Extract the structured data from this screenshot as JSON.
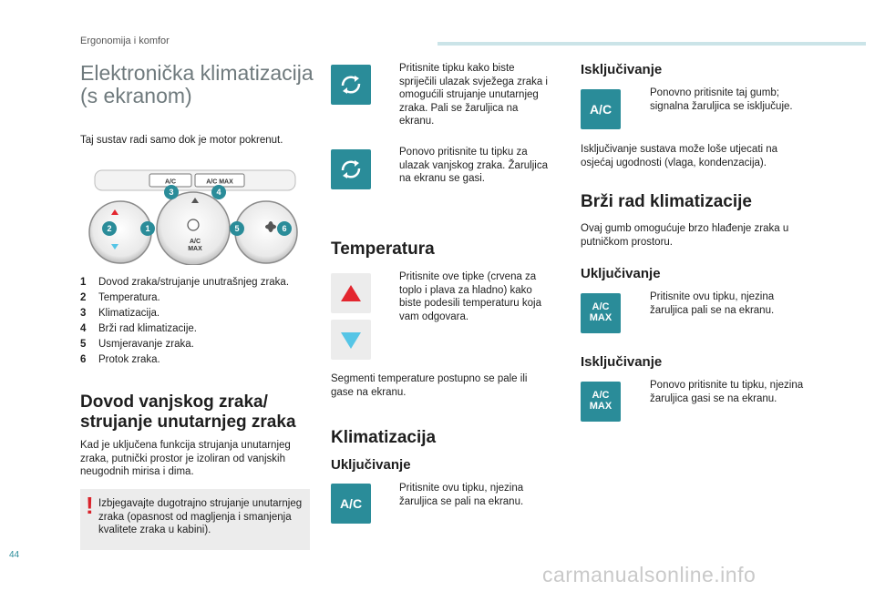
{
  "header": {
    "section": "Ergonomija i komfor",
    "page_number": "44"
  },
  "watermark": "carmanualsonline.info",
  "col1": {
    "title_line1": "Elektronička klimatizacija",
    "title_line2": "(s ekranom)",
    "intro": "Taj sustav radi samo dok je motor pokrenut.",
    "panel": {
      "btn_ac": "A/C",
      "btn_acmax": "A/C MAX",
      "dial_ac": "A/C",
      "dial_max": "MAX",
      "callouts": [
        "1",
        "2",
        "3",
        "4",
        "5",
        "6"
      ]
    },
    "legend": [
      {
        "num": "1",
        "text": "Dovod zraka/strujanje unutrašnjeg zraka."
      },
      {
        "num": "2",
        "text": "Temperatura."
      },
      {
        "num": "3",
        "text": "Klimatizacija."
      },
      {
        "num": "4",
        "text": "Brži rad klimatizacije."
      },
      {
        "num": "5",
        "text": "Usmjeravanje zraka."
      },
      {
        "num": "6",
        "text": "Protok zraka."
      }
    ],
    "recirc_heading_line1": "Dovod vanjskog zraka/",
    "recirc_heading_line2": "strujanje unutarnjeg zraka",
    "recirc_text": "Kad je uključena funkcija strujanja unutarnjeg zraka, putnički prostor je izoliran od vanjskih neugodnih mirisa i dima.",
    "warning_mark": "!",
    "warning_text": "Izbjegavajte dugotrajno strujanje unutarnjeg zraka (opasnost od magljenja i smanjenja kvalitete zraka u kabini)."
  },
  "col2": {
    "bullet_glyph": "",
    "recirc_on": "Pritisnite tipku kako biste spriječili ulazak svježega zraka i omogućili strujanje unutarnjeg zraka. Pali se žaruljica na ekranu.",
    "recirc_off": "Ponovo pritisnite tu tipku za ulazak vanjskog zraka. Žaruljica na ekranu se gasi.",
    "temp_heading": "Temperatura",
    "temp_text": "Pritisnite ove tipke (crvena za toplo i plava za hladno) kako biste podesili temperaturu koja vam odgovara.",
    "temp_segments": "Segmenti temperature postupno se pale ili gase na ekranu.",
    "ac_heading": "Klimatizacija",
    "ac_on_heading": "Uključivanje",
    "ac_icon": "A/C",
    "ac_on_text": "Pritisnite ovu tipku, njezina žaruljica se pali na ekranu."
  },
  "col3": {
    "ac_off_heading": "Isključivanje",
    "ac_icon": "A/C",
    "ac_off_text": "Ponovno pritisnite taj gumb; signalna žaruljica se isključuje.",
    "ac_off_note": "Isključivanje sustava može loše utjecati na osjećaj ugodnosti (vlaga, kondenzacija).",
    "max_heading": "Brži rad klimatizacije",
    "max_intro": "Ovaj gumb omogućuje brzo hlađenje zraka u putničkom prostoru.",
    "max_on_heading": "Uključivanje",
    "max_icon_line1": "A/C",
    "max_icon_line2": "MAX",
    "max_on_text": "Pritisnite ovu tipku, njezina žaruljica pali se na ekranu.",
    "max_off_heading": "Isključivanje",
    "max_off_text": "Ponovo pritisnite tu tipku, njezina žaruljica gasi se na ekranu."
  },
  "colors": {
    "teal": "#2a8c99",
    "red": "#e3262f",
    "blue": "#55c5e6",
    "grey_box": "#ececec"
  }
}
